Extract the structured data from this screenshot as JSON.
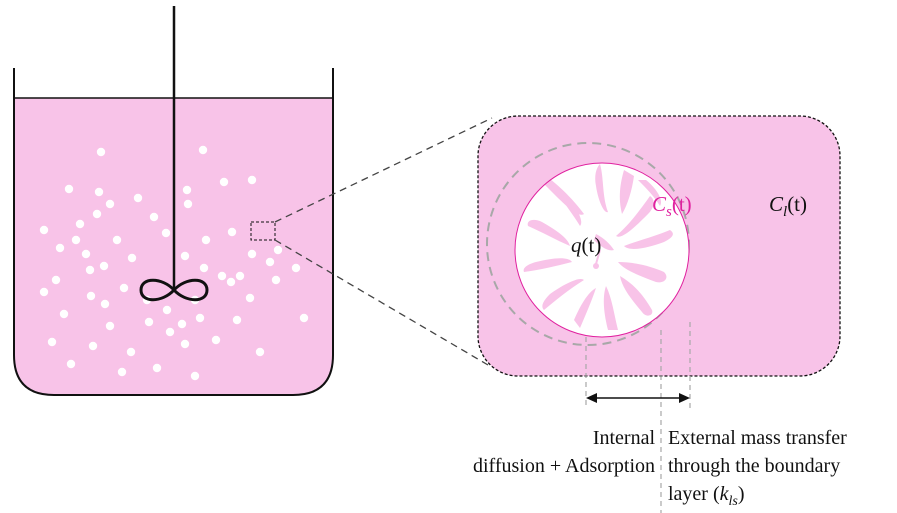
{
  "colors": {
    "liquid": "#F8C3E8",
    "outline": "#111111",
    "particle": "#FFFFFF",
    "surface_label": "#E0219F",
    "boundary_circle": "#A8A8A8",
    "dashed_guide": "#B0B0B0"
  },
  "labels": {
    "q": {
      "sym": "q",
      "arg": "(t)"
    },
    "cs": {
      "sym": "C",
      "sub": "s",
      "arg": "(t)"
    },
    "cl": {
      "sym": "C",
      "sub": "l",
      "arg": "(t)"
    }
  },
  "captions": {
    "internal_line1": "Internal",
    "internal_line2": "diffusion + Adsorption",
    "external_line1": "External mass transfer",
    "external_line2": "through the boundary",
    "external_line3_prefix": "layer (",
    "external_kls_sym": "k",
    "external_kls_sub": "ls",
    "external_line3_suffix": ")"
  },
  "icons": {
    "impeller": "stirrer-infinity-icon",
    "particles": "particle-dots"
  }
}
